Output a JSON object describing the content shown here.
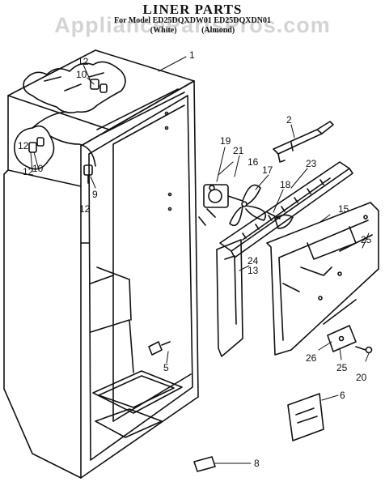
{
  "title": "LINER PARTS",
  "model_line": "For Model ED25DQXDW01 ED25DQXDN01",
  "variants": [
    "(White)",
    "(Almond)"
  ],
  "watermark": "AppliancePartsPros.com",
  "callouts": [
    {
      "id": "c1",
      "label": "1"
    },
    {
      "id": "c2",
      "label": "2"
    },
    {
      "id": "c5",
      "label": "5"
    },
    {
      "id": "c6",
      "label": "6"
    },
    {
      "id": "c8",
      "label": "8"
    },
    {
      "id": "c9",
      "label": "9"
    },
    {
      "id": "c10a",
      "label": "10"
    },
    {
      "id": "c10b",
      "label": "10"
    },
    {
      "id": "c12a",
      "label": "12"
    },
    {
      "id": "c12b",
      "label": "12"
    },
    {
      "id": "c12c",
      "label": "12"
    },
    {
      "id": "c12d",
      "label": "12"
    },
    {
      "id": "c13",
      "label": "13"
    },
    {
      "id": "c15",
      "label": "15"
    },
    {
      "id": "c16",
      "label": "16"
    },
    {
      "id": "c17",
      "label": "17"
    },
    {
      "id": "c18",
      "label": "18"
    },
    {
      "id": "c19",
      "label": "19"
    },
    {
      "id": "c20",
      "label": "20"
    },
    {
      "id": "c21",
      "label": "21"
    },
    {
      "id": "c23",
      "label": "23"
    },
    {
      "id": "c24",
      "label": "24"
    },
    {
      "id": "c25a",
      "label": "25"
    },
    {
      "id": "c25b",
      "label": "25"
    },
    {
      "id": "c26",
      "label": "26"
    }
  ]
}
